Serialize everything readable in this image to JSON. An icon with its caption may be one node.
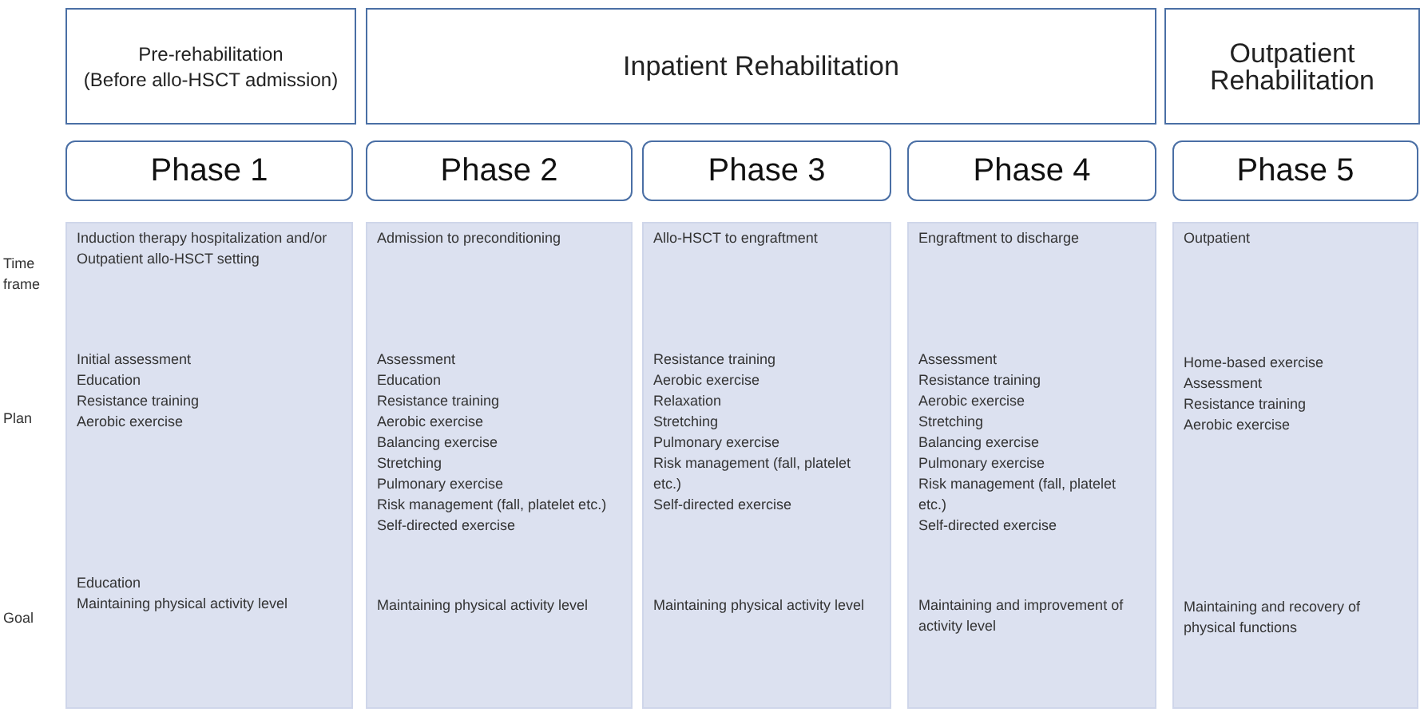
{
  "diagram": {
    "nodes": [
      {
        "text": [
          "Pre-rehabilitation",
          "(Before allo-HSCT admission)"
        ]
      },
      {
        "text": [
          "Inpatient Rehabilitation"
        ]
      },
      {
        "text": [
          "Outpatient Rehabilitation"
        ]
      },
      {
        "text": [
          "Phase 1"
        ]
      },
      {
        "text": [
          "Phase 2"
        ]
      },
      {
        "text": [
          "Phase 3"
        ]
      },
      {
        "text": [
          "Phase 4"
        ]
      },
      {
        "text": [
          "Phase 5"
        ]
      },
      {
        "text": [
          "Induction therapy hospitalization and/or Outpatient allo-HSCT setting",
          "Initial assessment",
          "Education",
          "Resistance training",
          "Aerobic exercise",
          "Education",
          "Maintaining physical activity level"
        ]
      },
      {
        "text": [
          "Admission to preconditioning",
          "Assessment",
          "Education",
          "Resistance training",
          "Aerobic exercise",
          "Balancing exercise",
          "Stretching",
          "Pulmonary exercise",
          "Risk management (fall, platelet etc.)",
          "Self-directed exercise",
          "Maintaining physical activity level"
        ]
      },
      {
        "text": [
          "Allo-HSCT to engraftment",
          "Resistance training",
          "Aerobic exercise",
          "Relaxation",
          "Stretching",
          "Pulmonary exercise",
          "Risk management (fall, platelet etc.)",
          "Self-directed exercise",
          "Maintaining physical activity level"
        ]
      },
      {
        "text": [
          "Engraftment to discharge",
          "Assessment",
          "Resistance training",
          "Aerobic exercise",
          "Stretching",
          "Balancing exercise",
          "Pulmonary exercise",
          "Risk management (fall, platelet etc.)",
          "Self-directed exercise",
          "Maintaining and improvement of activity level"
        ]
      },
      {
        "text": [
          "Outpatient",
          "Home-based exercise",
          "Assessment",
          "Resistance training",
          "Aerobic exercise",
          "Maintaining and recovery of physical functions"
        ]
      }
    ],
    "labels": [
      "Time frame",
      "Plan",
      "Goal"
    ]
  }
}
